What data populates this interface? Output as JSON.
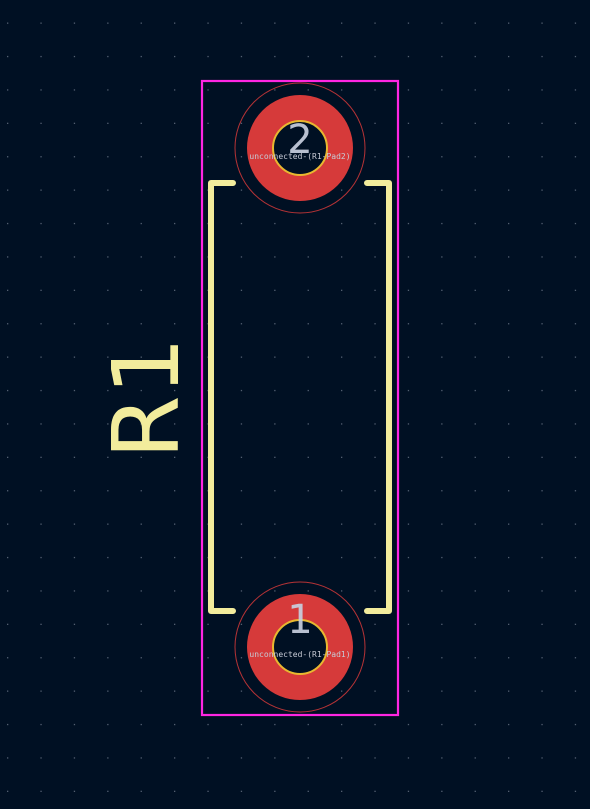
{
  "footprint": {
    "reference": "R1",
    "pads": [
      {
        "number": "2",
        "net": "unconnected-(R1-Pad2)"
      },
      {
        "number": "1",
        "net": "unconnected-(R1-Pad1)"
      }
    ]
  },
  "colors": {
    "background": "#001023",
    "grid": "#6f7a8c",
    "courtyard": "#ff26e2",
    "silkscreen": "#f2ec9c",
    "pad": "#d63a3a",
    "pad_outline": "#e8b830",
    "clearance": "#d63a3a",
    "pad_text": "#c8cfe0",
    "net_text": "#c7cbd6"
  }
}
